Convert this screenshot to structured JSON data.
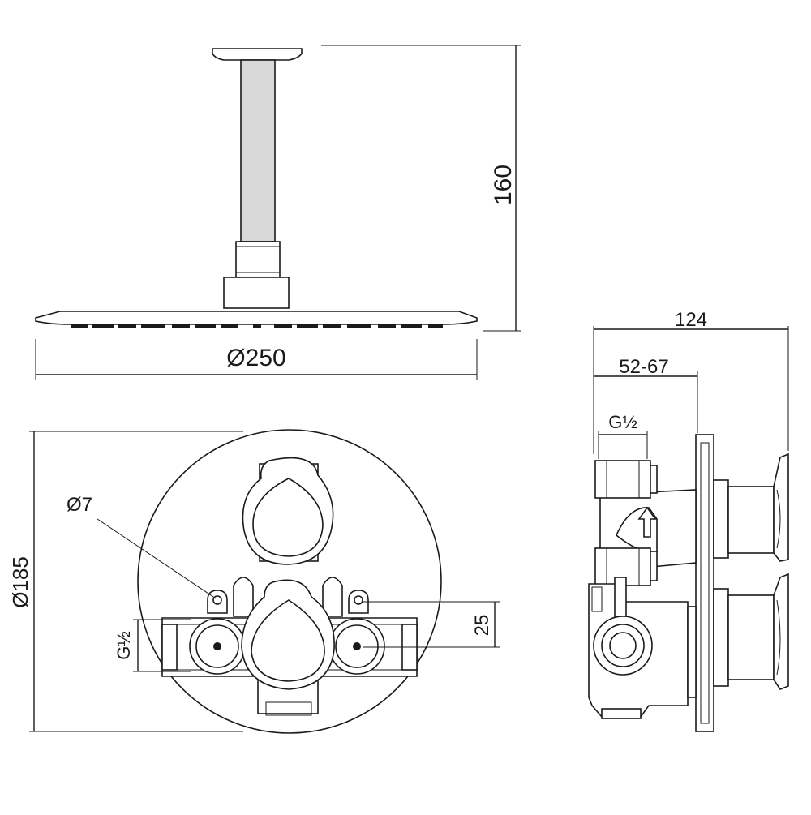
{
  "drawing": {
    "labels": {
      "height_160": "160",
      "diameter_250": "Ø250",
      "width_124": "124",
      "depth_52_67": "52-67",
      "thread_side": "G½",
      "thread_front": "G½",
      "hole_diameter": "Ø7",
      "diameter_185": "Ø185",
      "spacing_25": "25"
    },
    "colors": {
      "line": "#1a1a1a",
      "fill_grey": "#d9d9d9",
      "background": "#ffffff"
    }
  }
}
